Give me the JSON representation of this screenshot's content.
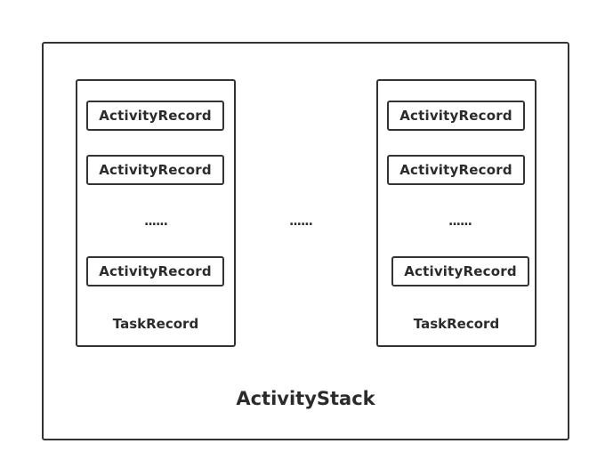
{
  "activity_stack": {
    "label": "ActivityStack"
  },
  "tasks": [
    {
      "label": "TaskRecord",
      "records": [
        "ActivityRecord",
        "ActivityRecord",
        "ActivityRecord"
      ],
      "ellipsis": "......"
    },
    {
      "label": "TaskRecord",
      "records": [
        "ActivityRecord",
        "ActivityRecord",
        "ActivityRecord"
      ],
      "ellipsis": "......"
    }
  ],
  "between_tasks_ellipsis": "......"
}
